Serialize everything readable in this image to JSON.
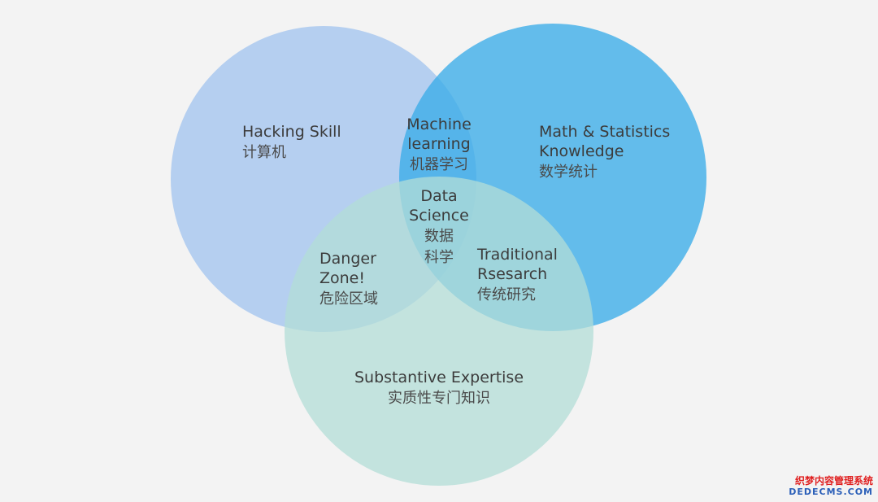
{
  "colors": {
    "background": "#f3f3f3",
    "hacking_circle": "#a9c8ee",
    "math_circle": "#3aace8",
    "substantive_circle": "#b3ddd7",
    "label_text": "#3c3c3c",
    "watermark_red": "#e02020",
    "watermark_blue": "#2b5fb8"
  },
  "circles": {
    "hacking": {
      "en": "Hacking Skill",
      "zh": "计算机"
    },
    "math": {
      "en_line1": "Math & Statistics",
      "en_line2": "Knowledge",
      "zh": "数学统计"
    },
    "substantive": {
      "en": "Substantive Expertise",
      "zh": "实质性专门知识"
    }
  },
  "overlaps": {
    "machine_learning": {
      "en_line1": "Machine",
      "en_line2": "learning",
      "zh": "机器学习"
    },
    "data_science": {
      "en_line1": "Data",
      "en_line2": "Science",
      "zh_line1": "数据",
      "zh_line2": "科学"
    },
    "danger_zone": {
      "en_line1": "Danger",
      "en_line2": "Zone!",
      "zh": "危险区域"
    },
    "traditional_research": {
      "en_line1": "Traditional",
      "en_line2": "Rsesarch",
      "zh": "传统研究"
    }
  },
  "watermark": {
    "top": "织梦内容管理系统",
    "bottom": "DEDECMS.COM"
  }
}
